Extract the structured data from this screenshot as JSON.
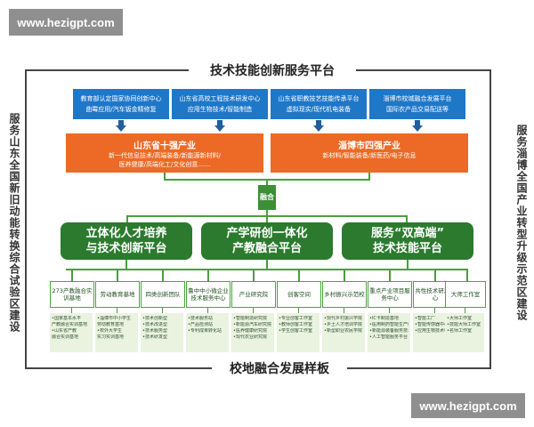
{
  "watermark": {
    "text": "www.hezigpt.com"
  },
  "top_title": "技术技能创新服务平台",
  "bottom_title": "校地融合发展样板",
  "left_vertical": "服务山东全国新旧动能转换综合试验区建设",
  "right_vertical": "服务淄博全国产业转型升级示范区建设",
  "blue_boxes": [
    {
      "line1": "教育部认定国家协同创新中心",
      "line2": "曲霉应用/汽车钣金精修复"
    },
    {
      "line1": "山东省高校工程技术研发中心",
      "line2": "应用生物技术/智能制造"
    },
    {
      "line1": "山东省职教技艺技能传承平台",
      "line2": "虚拟现实/现代机电装备"
    },
    {
      "line1": "淄博市校城融合发展平台",
      "line2": "国际农产品交易配送等"
    }
  ],
  "orange_boxes": [
    {
      "title": "山东省十强产业",
      "line1": "新一代信息技术/高端装备/新能源新材料/",
      "line2": "医养健康/高端化工/文化创意……"
    },
    {
      "title": "淄博市四强产业",
      "line1": "新材料/智能装备/新医药/电子信息",
      "line2": ""
    }
  ],
  "merge_label": "融合",
  "platforms": [
    {
      "line1": "立体化人才培养",
      "line2": "与技术创新平台"
    },
    {
      "line1": "产学研创一体化",
      "line2": "产教融合平台"
    },
    {
      "line1": "服务“双高端”",
      "line2": "技术技能平台"
    }
  ],
  "green_boxes": [
    "273产教融合实训基地",
    "劳动教育基地",
    "四类创新团队",
    "鲁中中小微企业技术服务中心",
    "产业研究院",
    "创客空间",
    "乡村振兴示范校",
    "重点产业项目服务中心",
    "共性技术研发中心",
    "大师工作室"
  ],
  "detail_lists": [
    [
      "•国家基本水平",
      "产教融合实训基地",
      "•山东省产教",
      "融合实训基地"
    ],
    [
      "•淄博市中小学生",
      "劳动教育基地",
      "•校外大学生",
      "实习实训基地"
    ],
    [
      "•技术创新型",
      "•技术改进型",
      "•技术服务型",
      "•技术研发型"
    ],
    [
      "•技术服务站",
      "•产品检测站",
      "•专利成果转化站"
    ],
    [
      "•智能制造研究院",
      "•新能源汽车研究院",
      "•医养健康研究院",
      "•现代农业研究院"
    ],
    [
      "•专业创客工作室",
      "•教师创客工作室",
      "•学生创客工作室"
    ],
    [
      "•现代乡村振兴学院",
      "•乡土人才培训学院",
      "•新型职业农民学院"
    ],
    [
      "•IC卡制造基地",
      "•医用制药智能生产线",
      "•新能源装备服务技术",
      "•人工智能服务平台"
    ],
    [
      "•智能工厂",
      "•智能传感器中心",
      "•应用生物技术中心"
    ],
    [
      "•大师工作室",
      "•技能大师工作室",
      "•名师工作室"
    ]
  ],
  "colors": {
    "blue": "#1f77c8",
    "orange": "#ec6a25",
    "dark_green": "#2b7a2e",
    "light_green": "#e9f3df"
  }
}
